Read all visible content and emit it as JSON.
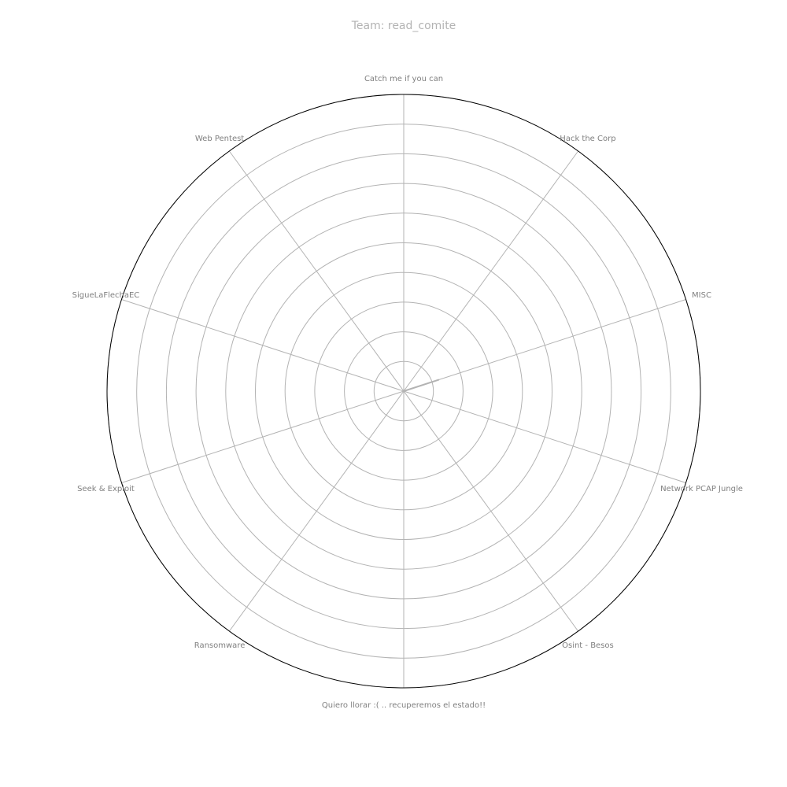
{
  "chart_data": {
    "type": "radar",
    "title": "Team: read_comite",
    "categories": [
      "Catch me if you can",
      "Hack the Corp",
      "MISC",
      "Network PCAP Jungle",
      "Osint - Besos",
      "Quiero llorar :( .. recuperemos el estado!!",
      "Ransomware",
      "Seek & Exploit",
      "SigueLaFlechaEC",
      "Web Pentest"
    ],
    "series": [
      {
        "values": [
          0,
          0,
          0.5,
          0,
          0,
          0,
          0,
          0,
          0,
          0
        ],
        "color": "#b3b3b3"
      }
    ],
    "rlim": [
      0,
      4
    ],
    "ring_count": 10,
    "grid": true,
    "colors": {
      "grid": "#b3b3b3",
      "frame": "#000000",
      "title": "#b3b3b3",
      "labels": "#808080"
    }
  }
}
